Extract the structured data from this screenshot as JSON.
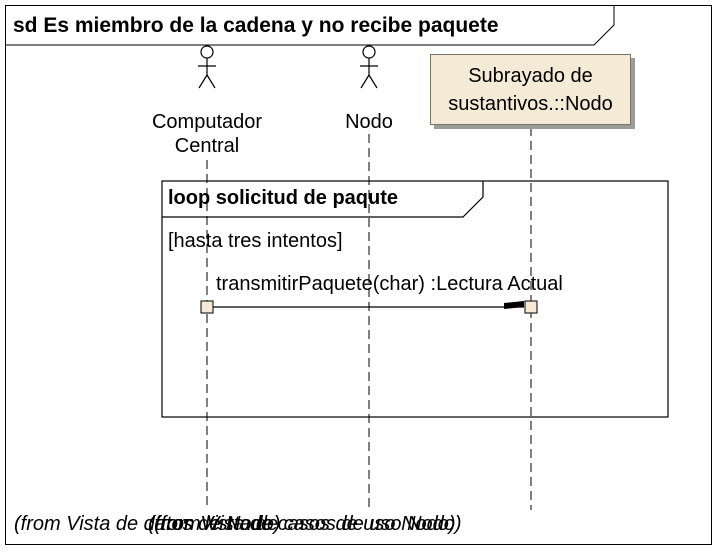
{
  "diagram": {
    "title": "sd Es miembro de la cadena y no recibe paquete",
    "lifelines": [
      {
        "name": "Computador Central",
        "kind": "actor",
        "lines": [
          "Computador",
          "Central"
        ]
      },
      {
        "name": "Nodo",
        "kind": "actor",
        "lines": [
          "Nodo"
        ]
      },
      {
        "name": "Subrayado de sustantivos.::Nodo",
        "kind": "object",
        "lines": [
          "Subrayado de",
          "sustantivos.::Nodo"
        ]
      }
    ],
    "fragment": {
      "operator_label": "loop solicitud de paqute",
      "guard": "[hasta tres intentos]"
    },
    "message": {
      "label": "transmitirPaquete(char) :Lectura Actual",
      "from": "Computador Central",
      "to": "Subrayado de sustantivos.::Nodo"
    },
    "footer_notes": [
      "(from Vista de datos de Nodo)",
      "(from Vista de casos de uso Nodo)",
      "(from Vista de casos de uso Nodo)"
    ]
  },
  "colors": {
    "object_fill": "#f4ead6",
    "activation_fill": "#f4ead6",
    "line": "#000000"
  }
}
